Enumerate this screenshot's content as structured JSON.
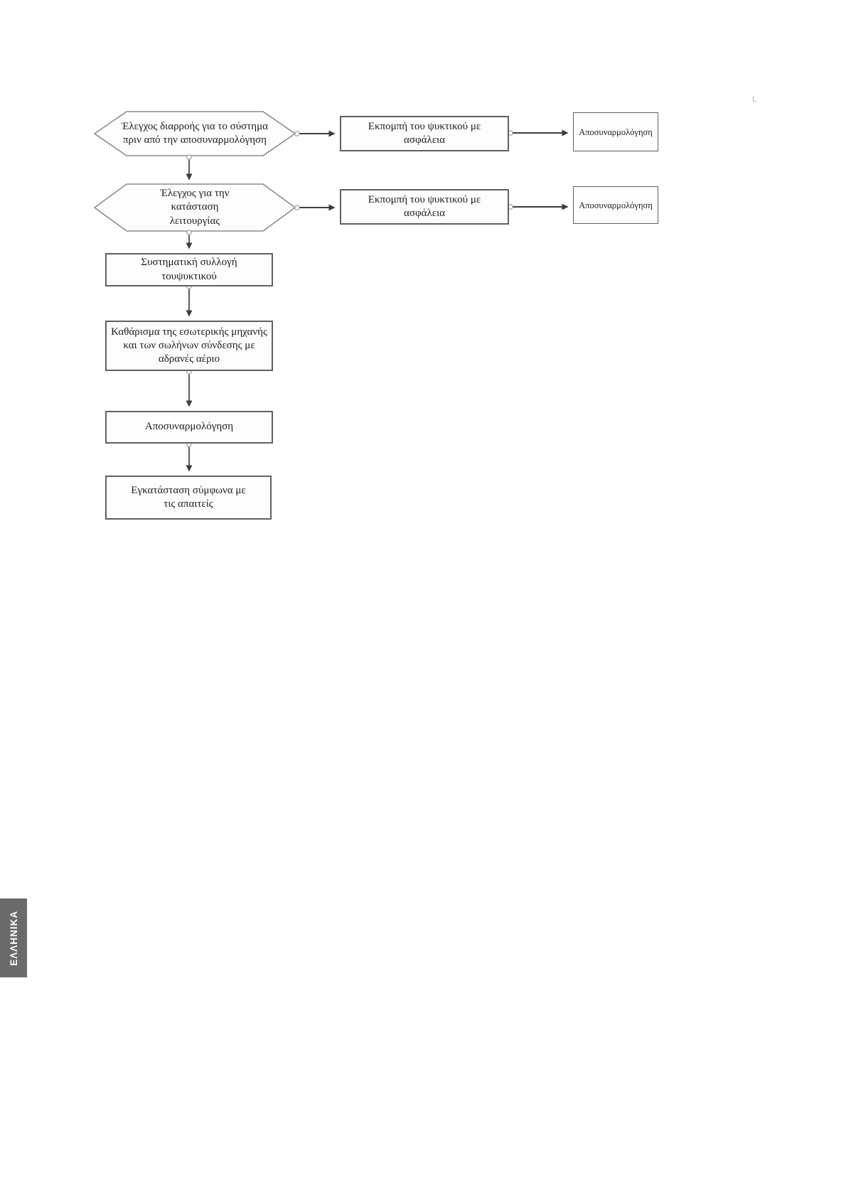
{
  "page": {
    "corner_mark": "L",
    "language_tab": {
      "label": "ΕΛΛΗΝΙΚΑ"
    }
  },
  "colors": {
    "rect_border": "#606060",
    "hex_border": "#8b8b8b",
    "arrow": "#3d3d3d",
    "text": "#1c1c1c",
    "tab_bg": "#6a6a6a",
    "tab_text": "#ffffff"
  },
  "flowchart": {
    "hex_leak_check": {
      "label": "Έλεγχος διαρροής για το σύστημα πριν από την αποσυναρμολόγηση"
    },
    "hex_operation_check": {
      "label": "Έλεγχος για την κατάσταση λειτουργίας"
    },
    "row1_emit": {
      "label": "Εκπομπή του ψυκτικού με ασφάλεια"
    },
    "row1_disassembly": {
      "label": "Αποσυναρμολόγηση"
    },
    "row2_emit": {
      "label": "Εκπομπή του ψυκτικού με ασφάλεια"
    },
    "row2_disassembly": {
      "label": "Αποσυναρμολόγηση"
    },
    "collect_refrigerant": {
      "label": "Συστηματική συλλογή τουψυκτικού"
    },
    "purge_inert_gas": {
      "label": "Καθάρισμα της εσωτερικής μηχανής και των σωλήνων σύνδεσης με αδρανές αέριο"
    },
    "disassembly_main": {
      "label": "Αποσυναρμολόγηση"
    },
    "install_per_requirements": {
      "label": "Εγκατάσταση σύμφωνα με τις απαιτείς"
    }
  }
}
